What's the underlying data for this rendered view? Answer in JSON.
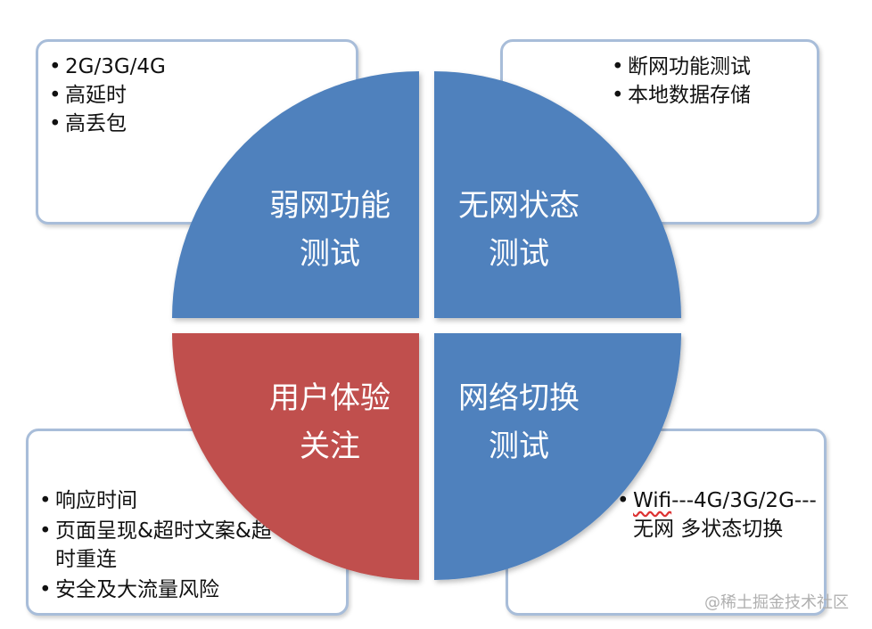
{
  "quadrants": {
    "top_left": {
      "line1": "弱网功能",
      "line2": "测试",
      "color": "#4f81bd"
    },
    "top_right": {
      "line1": "无网状态",
      "line2": "测试",
      "color": "#4f81bd"
    },
    "bottom_left": {
      "line1": "用户体验",
      "line2": "关注",
      "color": "#c0504d"
    },
    "bottom_right": {
      "line1": "网络切换",
      "line2": "测试",
      "color": "#4f81bd"
    }
  },
  "boxes": {
    "top_left": [
      "2G/3G/4G",
      "高延时",
      "高丢包"
    ],
    "top_right": [
      "断网功能测试",
      "本地数据存储"
    ],
    "bottom_left": [
      "响应时间",
      "页面呈现&超时文案&超时重连",
      "安全及大流量风险"
    ],
    "bottom_right": {
      "wifi": "Wifi",
      "rest": "---4G/3G/2G---无网 多状态切换"
    }
  },
  "watermark": "@稀土掘金技术社区"
}
